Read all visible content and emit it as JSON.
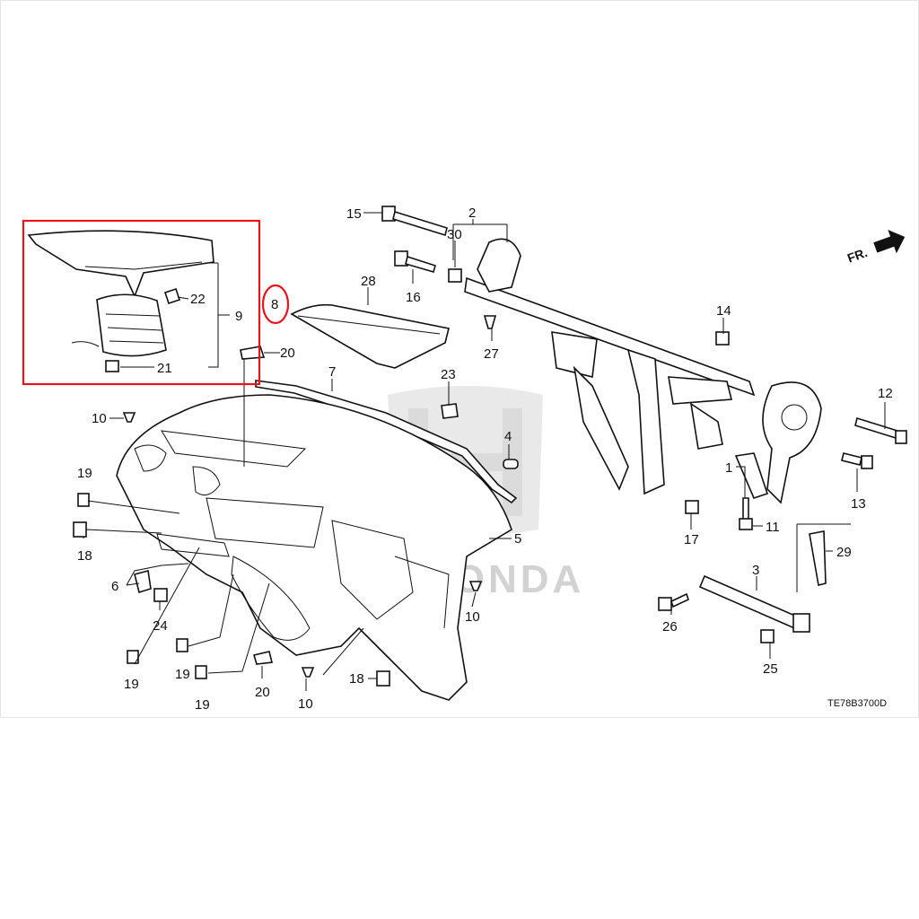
{
  "colors": {
    "highlight": "#e8141c",
    "watermark": "#d7d7d7",
    "ink": "#111111"
  },
  "watermark": {
    "text": "HONDA"
  },
  "direction": {
    "label": "FR.",
    "icon": "arrow-icon"
  },
  "drawing_code": "TE78B3700D",
  "callouts": {
    "c1": "1",
    "c2": "2",
    "c3": "3",
    "c4": "4",
    "c5": "5",
    "c6": "6",
    "c7": "7",
    "c8": "8",
    "c9": "9",
    "c10a": "10",
    "c10b": "10",
    "c10c": "10",
    "c11": "11",
    "c12": "12",
    "c13": "13",
    "c14": "14",
    "c15": "15",
    "c16": "16",
    "c17": "17",
    "c18a": "18",
    "c18b": "18",
    "c19a": "19",
    "c19b": "19",
    "c19c": "19",
    "c19d": "19",
    "c20a": "20",
    "c20b": "20",
    "c21": "21",
    "c22": "22",
    "c23": "23",
    "c24": "24",
    "c25": "25",
    "c26": "26",
    "c27": "27",
    "c28": "28",
    "c29": "29",
    "c30": "30"
  }
}
